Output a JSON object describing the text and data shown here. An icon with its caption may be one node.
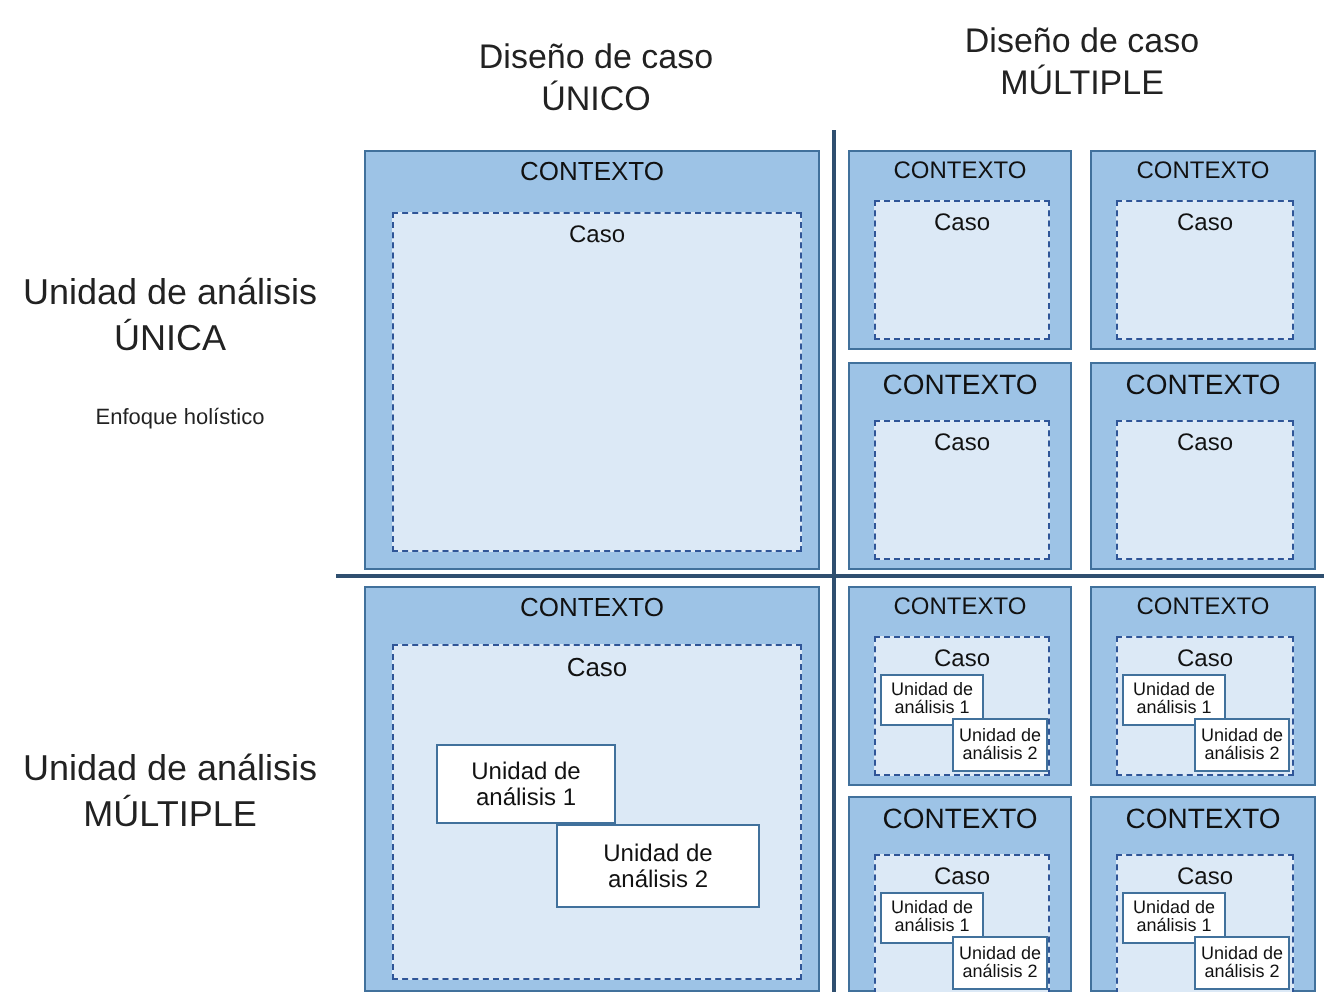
{
  "diagram": {
    "nodes": [
      {
        "text": [
          "CONTEXTO"
        ]
      },
      {
        "text": [
          "Caso"
        ],
        "in": 0
      },
      {
        "text": [
          "CONTEXTO"
        ]
      },
      {
        "text": [
          "Caso"
        ],
        "in": 2
      },
      {
        "text": [
          "CONTEXTO"
        ]
      },
      {
        "text": [
          "Caso"
        ],
        "in": 4
      },
      {
        "text": [
          "CONTEXTO"
        ]
      },
      {
        "text": [
          "Caso"
        ],
        "in": 6
      },
      {
        "text": [
          "CONTEXTO"
        ]
      },
      {
        "text": [
          "Caso"
        ],
        "in": 8
      },
      {
        "text": [
          "CONTEXTO"
        ]
      },
      {
        "text": [
          "Caso"
        ],
        "in": 10
      },
      {
        "text": [
          "Unidad de análisis 1"
        ],
        "in": 11
      },
      {
        "text": [
          "Unidad de análisis 2"
        ],
        "in": 11
      },
      {
        "text": [
          "CONTEXTO"
        ]
      },
      {
        "text": [
          "Caso"
        ],
        "in": 14
      },
      {
        "text": [
          "Unidad de análisis 1"
        ],
        "in": 15
      },
      {
        "text": [
          "Unidad de análisis 2"
        ],
        "in": 15
      },
      {
        "text": [
          "CONTEXTO"
        ]
      },
      {
        "text": [
          "Caso"
        ],
        "in": 18
      },
      {
        "text": [
          "Unidad de análisis 1"
        ],
        "in": 19
      },
      {
        "text": [
          "Unidad de análisis 2"
        ],
        "in": 19
      },
      {
        "text": [
          "CONTEXTO"
        ]
      },
      {
        "text": [
          "Caso"
        ],
        "in": 22
      },
      {
        "text": [
          "Unidad de análisis 1"
        ],
        "in": 23
      },
      {
        "text": [
          "Unidad de análisis 2"
        ],
        "in": 23
      },
      {
        "text": [
          "CONTEXTO"
        ]
      },
      {
        "text": [
          "Caso"
        ],
        "in": 26
      },
      {
        "text": [
          "Unidad de análisis 1"
        ],
        "in": 27
      },
      {
        "text": [
          "Unidad de análisis 2"
        ],
        "in": 27
      }
    ],
    "edges": [],
    "labels": [
      "Diseño de caso ÚNICO",
      "Diseño de caso MÚLTIPLE",
      "Unidad de análisis ÚNICA",
      "Enfoque holístico",
      "Unidad de análisis MÚLTIPLE"
    ]
  }
}
